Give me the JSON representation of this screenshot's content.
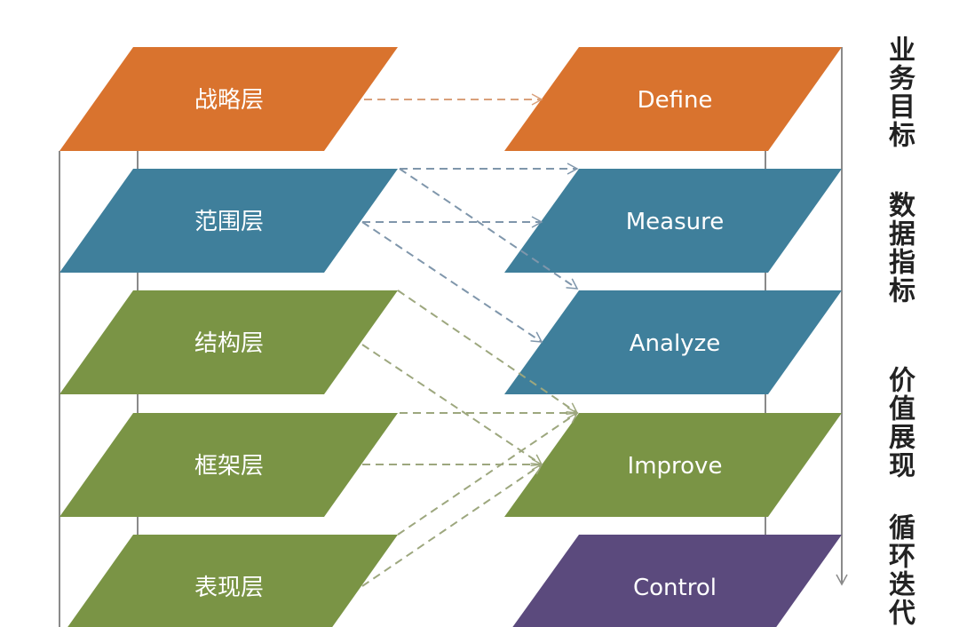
{
  "colors": {
    "orange": "#D9732E",
    "blue": "#3F7F9B",
    "green": "#7A9445",
    "purple": "#5B4A7D",
    "arrow_blue": "#7F96AB",
    "arrow_green": "#9DA77E",
    "line": "#8A8A8A"
  },
  "left_layers": [
    "战略层",
    "范围层",
    "结构层",
    "框架层",
    "表现层"
  ],
  "right_phases": [
    "Define",
    "Measure",
    "Analyze",
    "Improve",
    "Control"
  ],
  "side_labels": [
    "业务目标",
    "数据指标",
    "价值展现",
    "循环迭代"
  ]
}
